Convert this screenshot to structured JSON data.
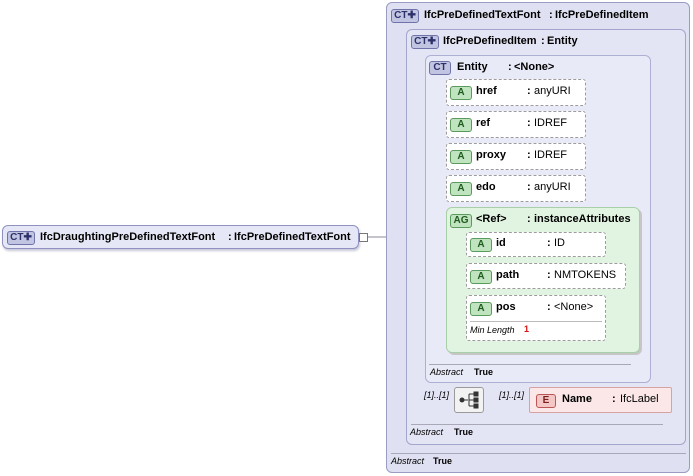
{
  "root": {
    "badge": "CT",
    "name": "IfcDraughtingPreDefinedTextFont",
    "sep": ":",
    "type": "IfcPreDefinedTextFont"
  },
  "ct1": {
    "badge": "CT",
    "name": "IfcPreDefinedTextFont",
    "sep": ":",
    "type": "IfcPreDefinedItem",
    "abstract_label": "Abstract",
    "abstract_value": "True"
  },
  "ct2": {
    "badge": "CT",
    "name": "IfcPreDefinedItem",
    "sep": ":",
    "type": "Entity",
    "abstract_label": "Abstract",
    "abstract_value": "True"
  },
  "ct3": {
    "badge": "CT",
    "name": "Entity",
    "sep": ":",
    "type": "<None>",
    "abstract_label": "Abstract",
    "abstract_value": "True"
  },
  "attributes": [
    {
      "badge": "A",
      "name": "href",
      "sep": ":",
      "type": "anyURI"
    },
    {
      "badge": "A",
      "name": "ref",
      "sep": ":",
      "type": "IDREF"
    },
    {
      "badge": "A",
      "name": "proxy",
      "sep": ":",
      "type": "IDREF"
    },
    {
      "badge": "A",
      "name": "edo",
      "sep": ":",
      "type": "anyURI"
    }
  ],
  "attribute_group": {
    "badge": "AG",
    "name": "<Ref>",
    "sep": ":",
    "type": "instanceAttributes",
    "attributes": [
      {
        "badge": "A",
        "name": "id",
        "sep": ":",
        "type": "ID"
      },
      {
        "badge": "A",
        "name": "path",
        "sep": ":",
        "type": "NMTOKENS"
      },
      {
        "badge": "A",
        "name": "pos",
        "sep": ":",
        "type": "<None>",
        "facet_label": "Min Length",
        "facet_value": "1"
      }
    ]
  },
  "sequence": {
    "left_mult": "[1]..[1]",
    "right_mult": "[1]..[1]",
    "icon": "sequence-icon"
  },
  "element": {
    "badge": "E",
    "name": "Name",
    "sep": ":",
    "type": "IfcLabel"
  },
  "colors": {
    "complex_type": "#dfe0f1",
    "attribute": "#bfe4bf",
    "attribute_group": "#e1f4e1",
    "element": "#fbe7e7",
    "facet_value": "#dd1111"
  }
}
